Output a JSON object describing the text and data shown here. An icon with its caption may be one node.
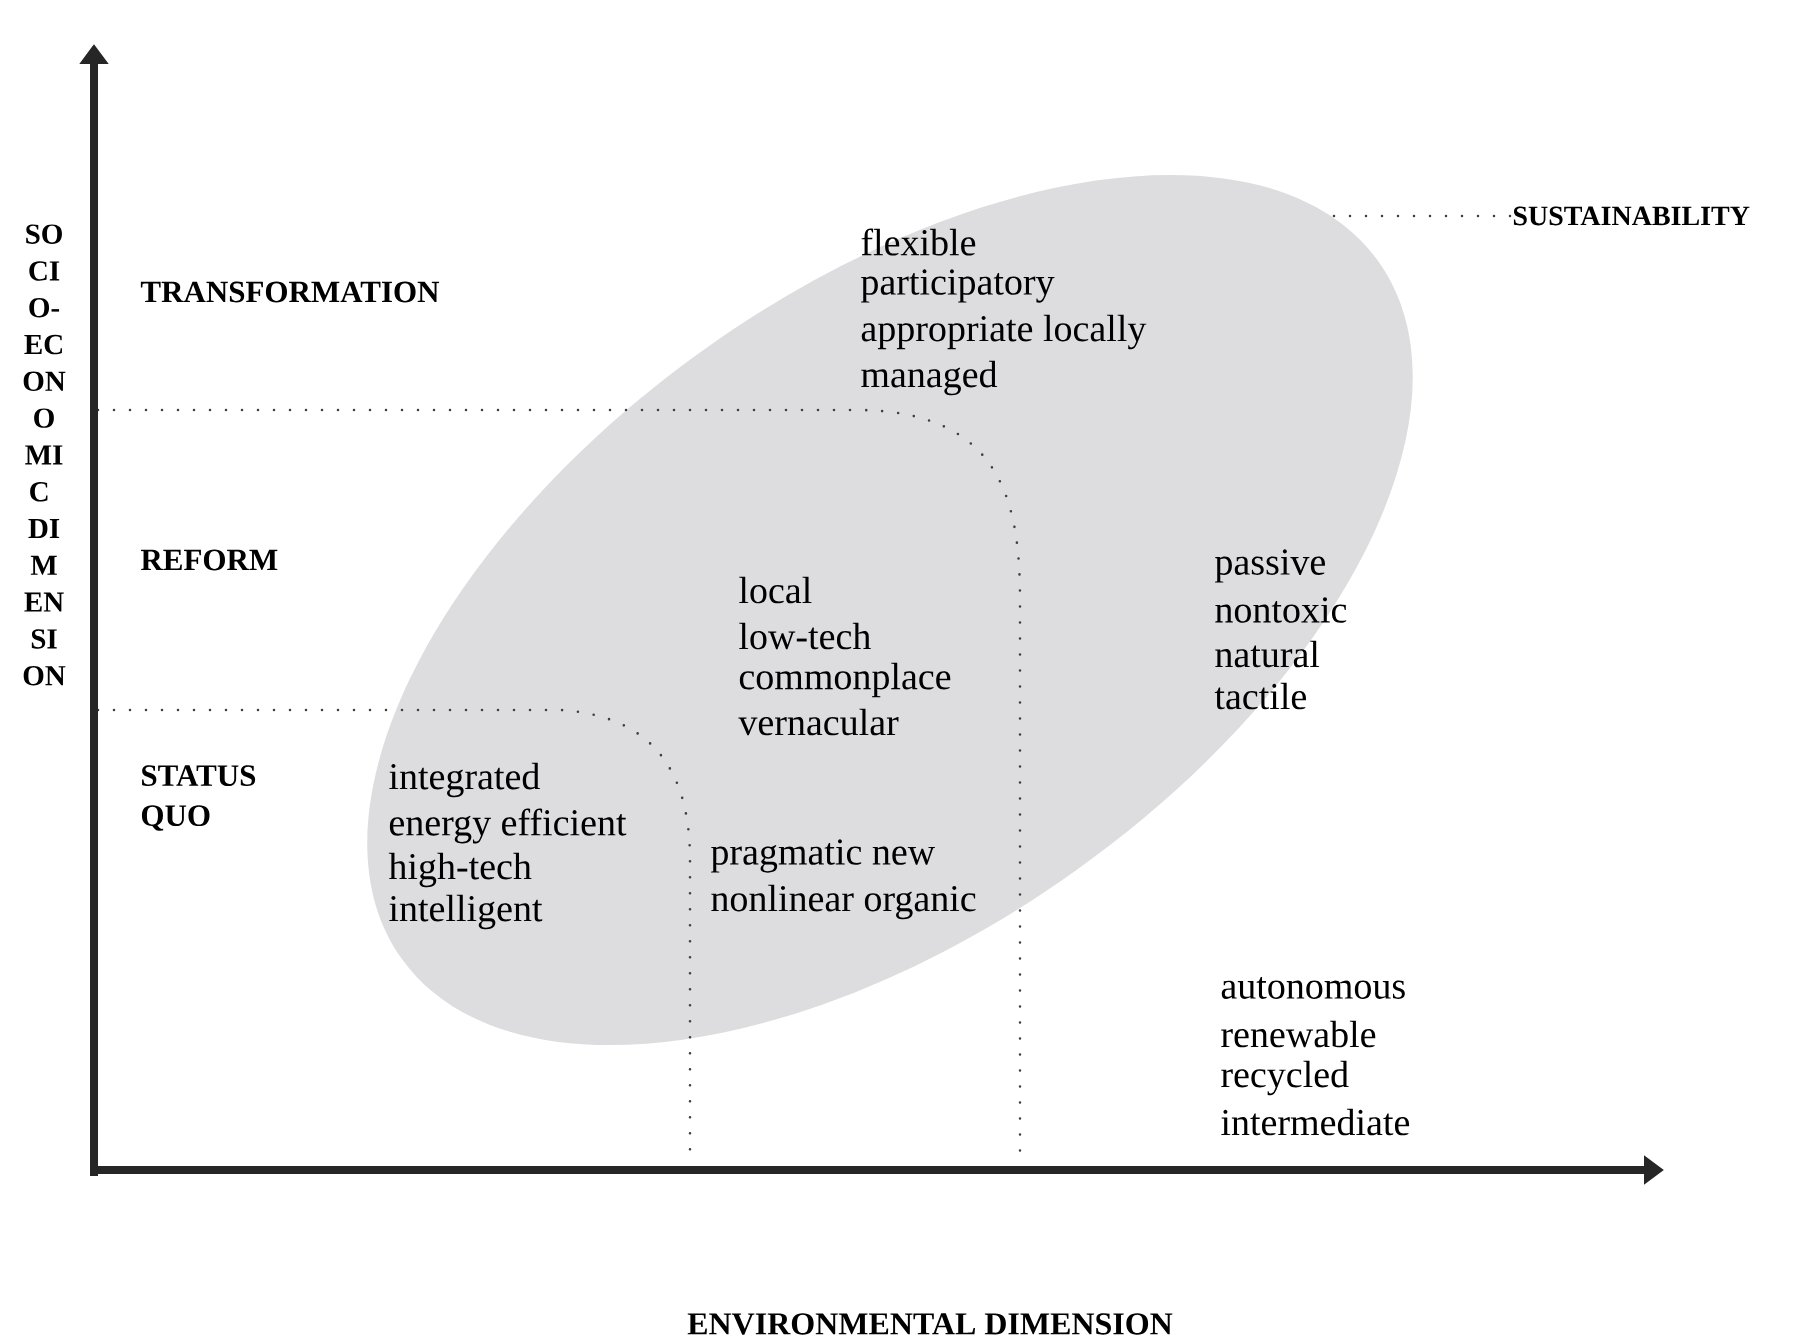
{
  "diagram": {
    "nodes": [
      {
        "text": [],
        "shape": "ellipse"
      },
      {
        "text": [
          "SUSTAINABILITY"
        ]
      }
    ],
    "edges": [
      {
        "from": 1,
        "to": 0,
        "arrow": "none",
        "style": "dashed"
      }
    ],
    "labels": [
      "SOCIO-ECONOMIC DIMENSION",
      "TRANSFORMATION",
      "flexible",
      "participatory",
      "appropriate locally",
      "managed",
      "REFORM",
      "local",
      "low-tech",
      "commonplace",
      "vernacular",
      "passive",
      "nontoxic",
      "natural",
      "tactile",
      "STATUS QUO",
      "integrated",
      "energy efficient",
      "high-tech",
      "intelligent",
      "pragmatic new",
      "nonlinear organic",
      "autonomous",
      "renewable",
      "recycled",
      "intermediate",
      "ENVIRONMENTAL DIMENSION"
    ]
  }
}
